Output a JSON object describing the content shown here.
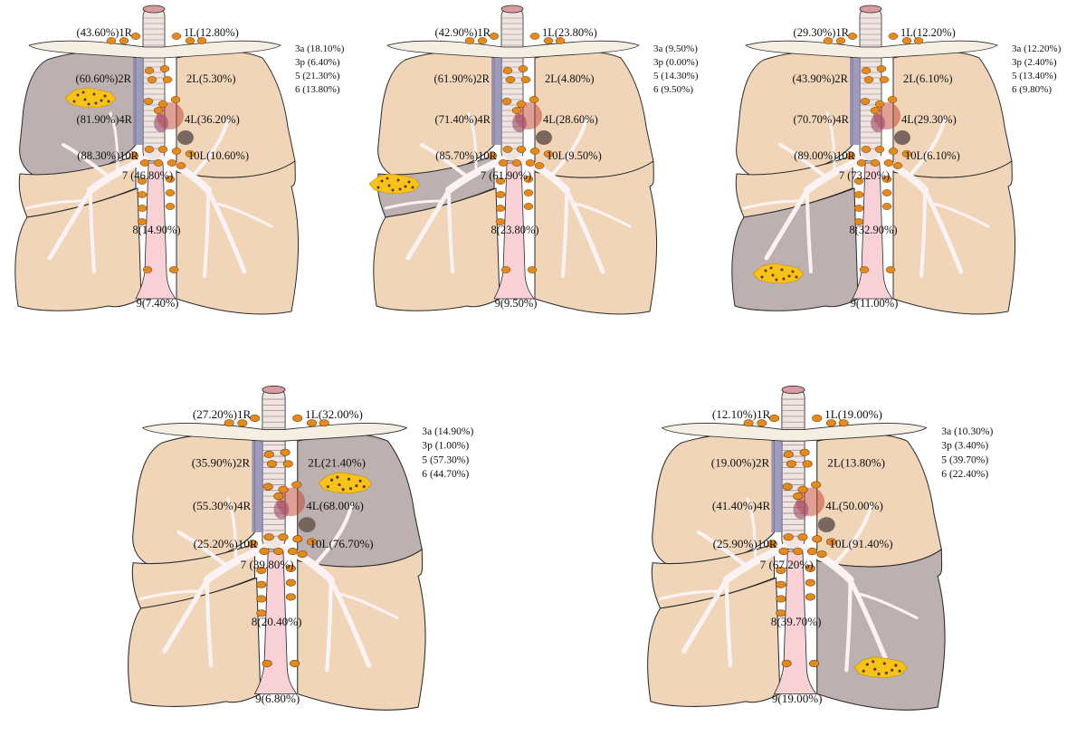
{
  "colors": {
    "lobe": "#f1d5b8",
    "lobe_stroke": "#2b2b2b",
    "shaded_lobe": "#bdb0b1",
    "node": "#e38a1f",
    "node_stroke": "#6b3a05",
    "bronchus": "#fbf3f3",
    "trachea": "#efe4e0",
    "clavicle": "#f5eee2",
    "vena_cava": "#8d8aaf",
    "esophagus": "#f7d1d6",
    "aorta": "#c2402c",
    "pulmonary_artery": "#6d5b55",
    "tumor": "#f7c21a",
    "tumor_dot": "#5a3a10"
  },
  "panels": [
    {
      "tumor_lobe": "right-upper",
      "labels": {
        "1R": "(43.60%)1R",
        "1L": "1L(12.80%)",
        "2R": "(60.60%)2R",
        "2L": "2L(5.30%)",
        "4R": "(81.90%)4R",
        "4L": "4L(36.20%)",
        "10R": "(88.30%)10R",
        "10L": "10L(10.60%)",
        "7": "7 (46.80%)",
        "8": "8(14.90%)",
        "9": "9(7.40%)"
      },
      "side": [
        "3a (18.10%)",
        "3p (6.40%)",
        "5 (21.30%)",
        "6 (13.80%)"
      ]
    },
    {
      "tumor_lobe": "right-middle",
      "labels": {
        "1R": "(42.90%)1R",
        "1L": "1L(23.80%)",
        "2R": "(61.90%)2R",
        "2L": "2L(4.80%)",
        "4R": "(71.40%)4R",
        "4L": "4L(28.60%)",
        "10R": "(85.70%)10R",
        "10L": "10L(9.50%)",
        "7": "7 (61.90%)",
        "8": "8(23.80%)",
        "9": "9(9.50%)"
      },
      "side": [
        "3a (9.50%)",
        "3p (0.00%)",
        "5 (14.30%)",
        "6 (9.50%)"
      ]
    },
    {
      "tumor_lobe": "right-lower",
      "labels": {
        "1R": "(29.30%)1R",
        "1L": "1L(12.20%)",
        "2R": "(43.90%)2R",
        "2L": "2L(6.10%)",
        "4R": "(70.70%)4R",
        "4L": "4L(29.30%)",
        "10R": "(89.00%)10R",
        "10L": "10L(6.10%)",
        "7": "7 (73.20%)",
        "8": "8(32.90%)",
        "9": "9(11.00%)"
      },
      "side": [
        "3a (12.20%)",
        "3p (2.40%)",
        "5 (13.40%)",
        "6 (9.80%)"
      ]
    },
    {
      "tumor_lobe": "left-upper",
      "labels": {
        "1R": "(27.20%)1R",
        "1L": "1L(32.00%)",
        "2R": "(35.90%)2R",
        "2L": "2L(21.40%)",
        "4R": "(55.30%)4R",
        "4L": "4L(68.00%)",
        "10R": "(25.20%)10R",
        "10L": "10L(76.70%)",
        "7": "7 (39.80%)",
        "8": "8(20.40%)",
        "9": "9(6.80%)"
      },
      "side": [
        "3a (14.90%)",
        "3p (1.00%)",
        "5 (57.30%)",
        "6 (44.70%)"
      ]
    },
    {
      "tumor_lobe": "left-lower",
      "labels": {
        "1R": "(12.10%)1R",
        "1L": "1L(19.00%)",
        "2R": "(19.00%)2R",
        "2L": "2L(13.80%)",
        "4R": "(41.40%)4R",
        "4L": "4L(50.00%)",
        "10R": "(25.90%)10R",
        "10L": "10L(91.40%)",
        "7": "7 (67.20%)",
        "8": "8(39.70%)",
        "9": "9(19.00%)"
      },
      "side": [
        "3a (10.30%)",
        "3p (3.40%)",
        "5 (39.70%)",
        "6 (22.40%)"
      ]
    }
  ]
}
